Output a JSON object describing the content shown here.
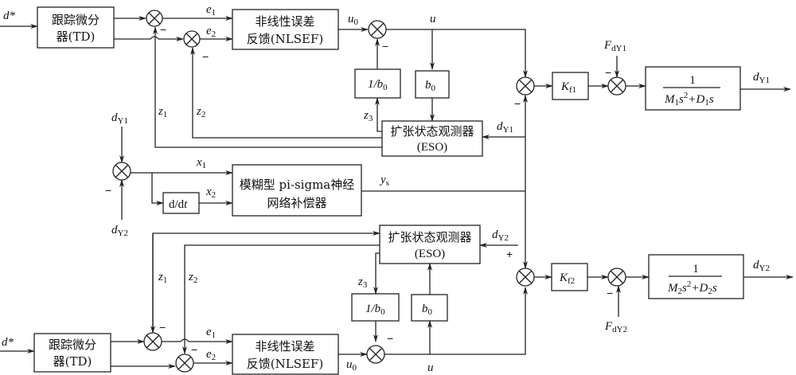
{
  "diagram": {
    "blocks": {
      "td_top": {
        "line1": "跟踪微分",
        "line2": "器(TD)"
      },
      "nlsef_top": {
        "line1": "非线性误差",
        "line2": "反馈(NLSEF)"
      },
      "inv_b0_top": {
        "label": "1/b",
        "sub": "0"
      },
      "b0_top": {
        "label": "b",
        "sub": "0"
      },
      "eso_top": {
        "line1": "扩张状态观测器",
        "line2": "(ESO)"
      },
      "kf1": {
        "label": "K",
        "sub": "f1"
      },
      "plant1": {
        "num": "1",
        "den_a": "M",
        "den_a_sub": "1",
        "den_b": "s",
        "den_b_sup": "2",
        "den_c": "+D",
        "den_c_sub": "1",
        "den_d": "s"
      },
      "ddt": {
        "label": "d/d",
        "var": "t"
      },
      "fuzzy_nn": {
        "line1": "模糊型 pi-sigma神经",
        "line2": "网络补偿器"
      },
      "eso_bot": {
        "line1": "扩张状态观测器",
        "line2": "(ESO)"
      },
      "inv_b0_bot": {
        "label": "1/b",
        "sub": "0"
      },
      "b0_bot": {
        "label": "b",
        "sub": "0"
      },
      "kf2": {
        "label": "K",
        "sub": "f2"
      },
      "plant2": {
        "num": "1",
        "den_a": "M",
        "den_a_sub": "2",
        "den_b": "s",
        "den_b_sup": "2",
        "den_c": "+D",
        "den_c_sub": "2",
        "den_d": "s"
      },
      "td_bot": {
        "line1": "跟踪微分",
        "line2": "器(TD)"
      },
      "nlsef_bot": {
        "line1": "非线性误差",
        "line2": "反馈(NLSEF)"
      }
    },
    "signals": {
      "dstar": "d*",
      "e": "e",
      "e1_sub": "1",
      "e2_sub": "2",
      "u0": "u",
      "u0_sub": "0",
      "u": "u",
      "z": "z",
      "z1_sub": "1",
      "z2_sub": "2",
      "z3_sub": "3",
      "d": "d",
      "dY1_sub": "Y1",
      "dY2_sub": "Y2",
      "F": "F",
      "FdY1_sub": "dY1",
      "FdY2_sub": "dY2",
      "x": "x",
      "x1_sub": "1",
      "x2_sub": "2",
      "y": "y",
      "ys_sub": "s"
    },
    "signs": {
      "minus": "−",
      "plus": "+"
    }
  }
}
